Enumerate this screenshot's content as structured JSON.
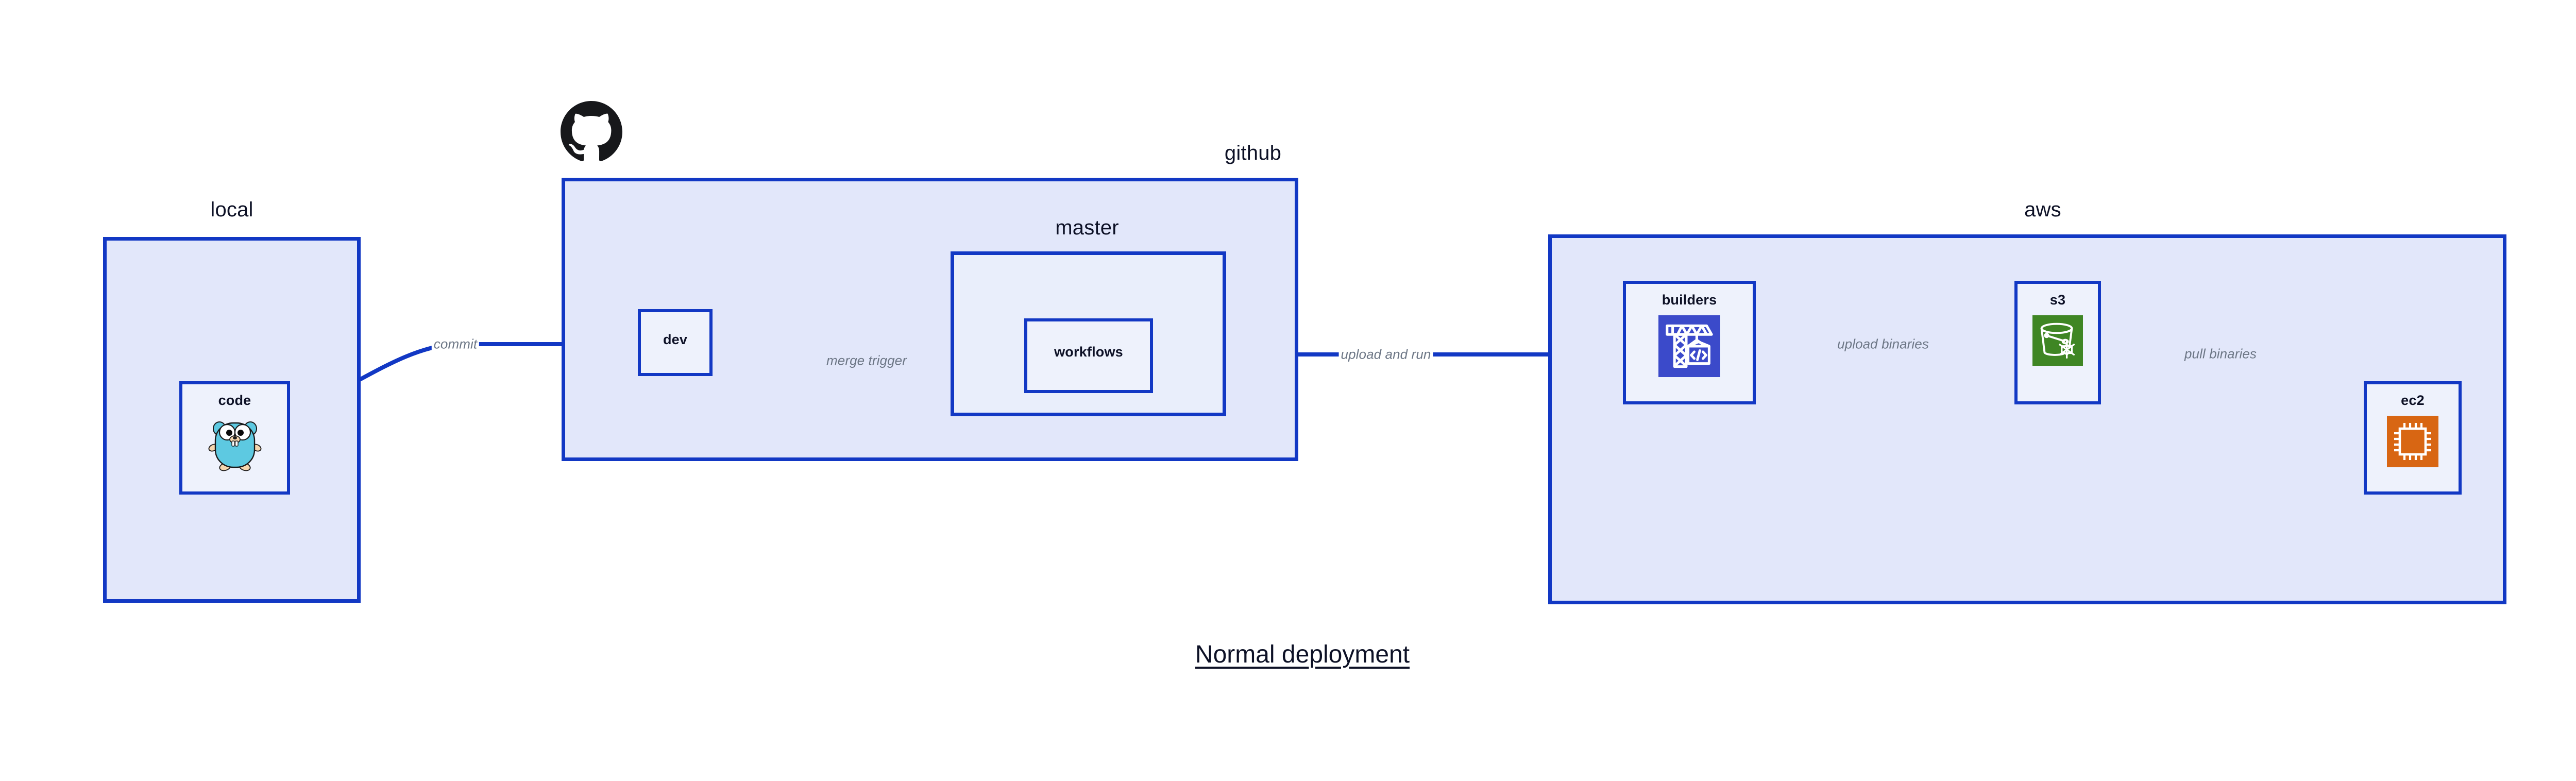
{
  "diagram": {
    "title": "Normal deployment",
    "accent_border": "#1238C4",
    "group_fill": "#E2E7FA",
    "group_fill_light": "#E9EEFB",
    "node_fill": "#EEF2FC",
    "text_color": "#0D1126",
    "edge_label_color": "#6C7685"
  },
  "groups": {
    "local": {
      "label": "local"
    },
    "github": {
      "label": "github"
    },
    "master": {
      "label": "master"
    },
    "aws": {
      "label": "aws"
    }
  },
  "nodes": {
    "code": {
      "label": "code",
      "icon": "go-gopher-icon"
    },
    "dev": {
      "label": "dev",
      "icon": "none"
    },
    "workflows": {
      "label": "workflows",
      "icon": "none"
    },
    "builders": {
      "label": "builders",
      "icon": "aws-builders-crane-icon",
      "icon_color": "#3B4ACA"
    },
    "s3": {
      "label": "s3",
      "icon": "aws-s3-glacier-bucket-icon",
      "icon_color": "#3F8624"
    },
    "ec2": {
      "label": "ec2",
      "icon": "aws-ec2-chip-icon",
      "icon_color": "#D86613"
    }
  },
  "edges": [
    {
      "id": "commit",
      "label": "commit",
      "from": "code",
      "to": "dev"
    },
    {
      "id": "merge-trigger",
      "label": "merge trigger",
      "from": "dev",
      "to": "workflows"
    },
    {
      "id": "upload-and-run",
      "label": "upload and run",
      "from": "workflows",
      "to": "builders"
    },
    {
      "id": "upload-binaries",
      "label": "upload binaries",
      "from": "builders",
      "to": "s3"
    },
    {
      "id": "pull-binaries",
      "label": "pull binaries",
      "from": "s3",
      "to": "ec2"
    }
  ],
  "logos": {
    "github": "github-octocat-icon"
  }
}
